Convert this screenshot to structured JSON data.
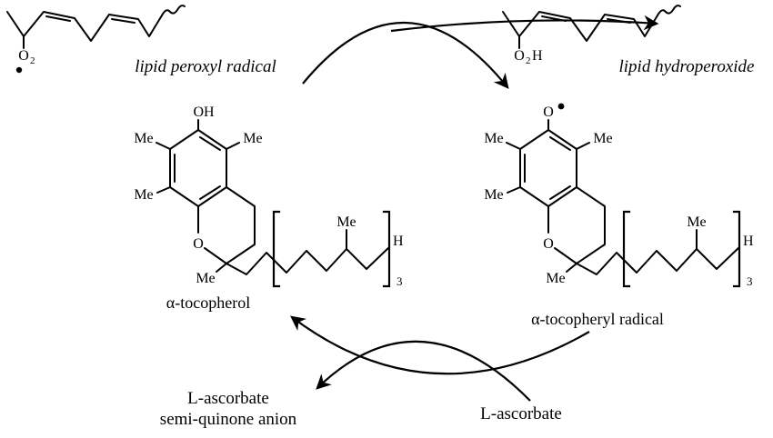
{
  "colors": {
    "ink": "#000000",
    "background": "#ffffff"
  },
  "lipids": {
    "peroxyl_label": "lipid peroxyl radical",
    "hydroperoxide_label": "lipid hydroperoxide",
    "o": "O",
    "sub2": "2",
    "h": "H"
  },
  "chromanol": {
    "oh": "OH",
    "o": "O",
    "ring_o": "O",
    "me": "Me",
    "h": "H",
    "sub3": "3",
    "tocopherol_label": "α-tocopherol",
    "tocopheryl_label": "α-tocopheryl radical"
  },
  "ascorbate": {
    "reduced_label": "L-ascorbate",
    "oxidized_label_line1": "L-ascorbate",
    "oxidized_label_line2": "semi-quinone anion"
  }
}
